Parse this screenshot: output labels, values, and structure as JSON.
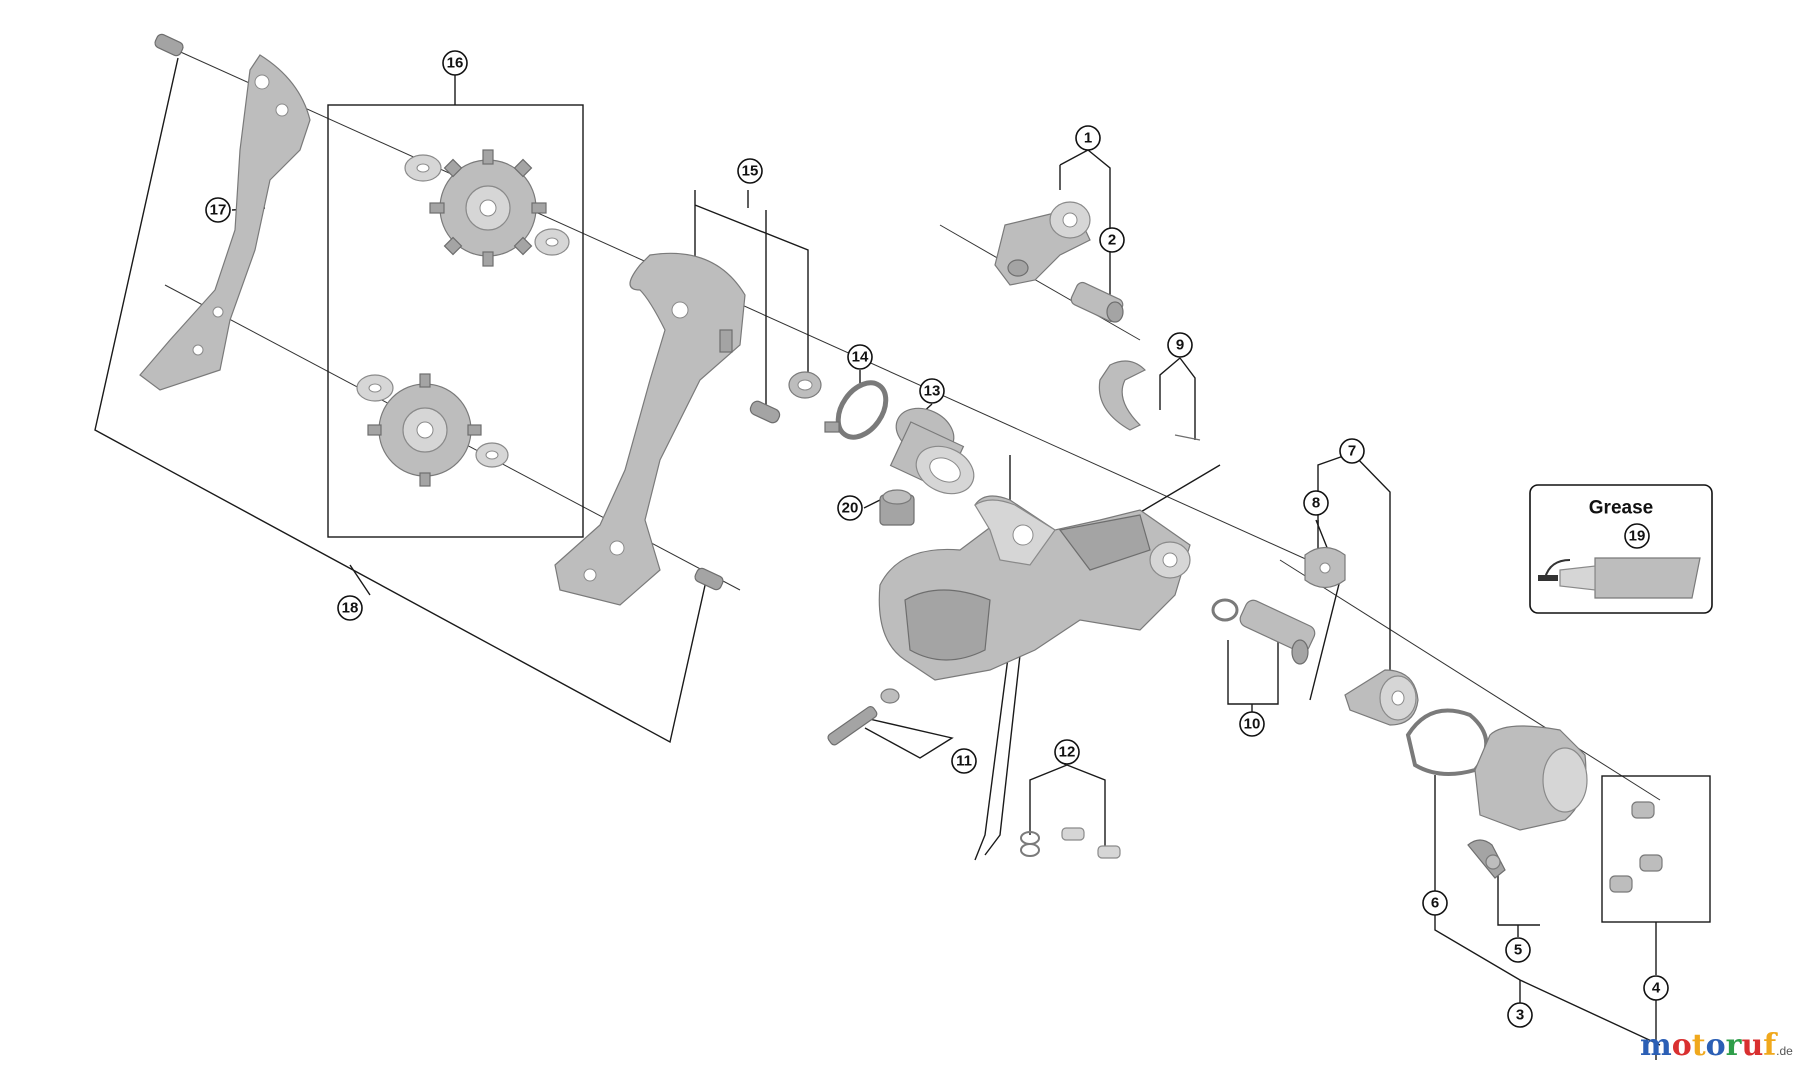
{
  "callouts": [
    "1",
    "2",
    "3",
    "4",
    "5",
    "6",
    "7",
    "8",
    "9",
    "10",
    "11",
    "12",
    "13",
    "14",
    "15",
    "16",
    "17",
    "18",
    "19",
    "20"
  ],
  "grease_box": {
    "title": "Grease"
  },
  "watermark": {
    "letters": [
      {
        "char": "m",
        "color": "#2b5fb5"
      },
      {
        "char": "o",
        "color": "#d93030"
      },
      {
        "char": "t",
        "color": "#f0a81c"
      },
      {
        "char": "o",
        "color": "#2b5fb5"
      },
      {
        "char": "r",
        "color": "#2e9e4a"
      },
      {
        "char": "u",
        "color": "#d93030"
      },
      {
        "char": "f",
        "color": "#f0a81c"
      }
    ],
    "tld": ".de"
  }
}
